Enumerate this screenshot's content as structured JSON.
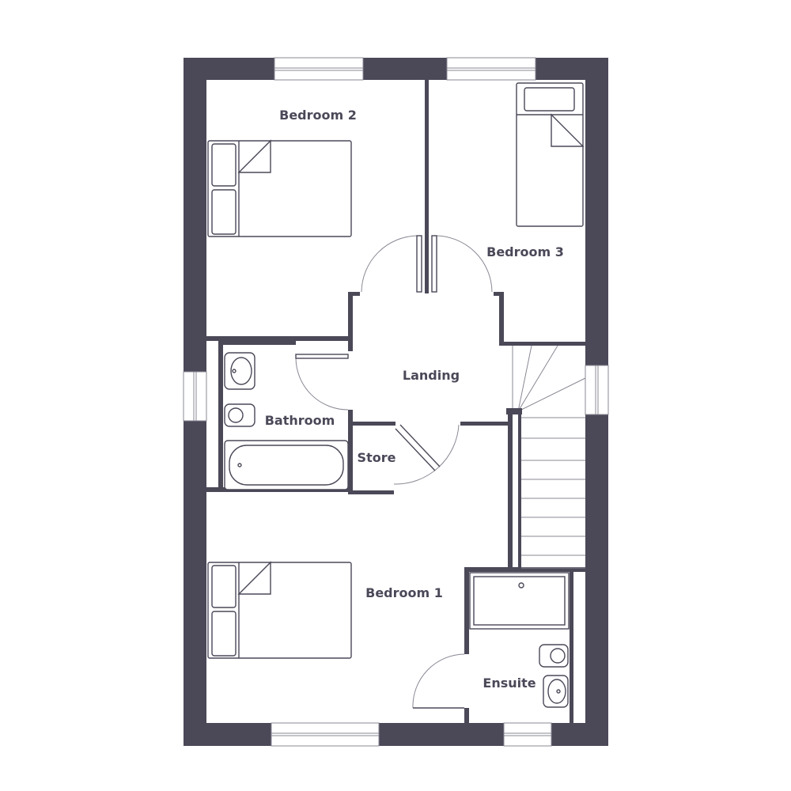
{
  "rooms": {
    "bedroom2": "Bedroom 2",
    "bedroom3": "Bedroom 3",
    "landing": "Landing",
    "bathroom": "Bathroom",
    "store": "Store",
    "bedroom1": "Bedroom 1",
    "ensuite": "Ensuite"
  },
  "colors": {
    "wall": "#4b4858",
    "background": "#ffffff"
  }
}
